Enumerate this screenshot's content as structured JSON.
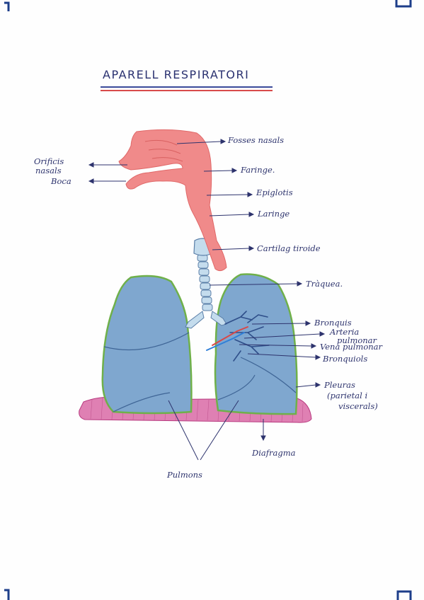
{
  "title": "APARELL RESPIRATORI",
  "labels": {
    "fosses_nasals": "Fosses nasals",
    "orificis_line1": "Orificis",
    "orificis_line2": "nasals",
    "boca": "Boca",
    "faringe": "Faringe.",
    "epiglotis": "Epiglotis",
    "laringe": "Laringe",
    "cartilag": "Cartilag tiroide",
    "traquea": "Tràquea.",
    "bronquis": "Bronquis",
    "arteria_line1": "Arteria",
    "arteria_line2": "pulmonar",
    "vena": "Vena pulmonar",
    "bronquiols": "Bronquiols",
    "pleuras_line1": "Pleuras",
    "pleuras_line2": "(parietal i",
    "pleuras_line3": "viscerals)",
    "diafragma": "Diafragma",
    "pulmons": "Pulmons"
  },
  "colors": {
    "ink": "#2d336d",
    "title_underline_blue": "#3a4a9a",
    "title_underline_red": "#d84a4a",
    "airway_pink": "#f08a8a",
    "lung_blue": "#7fa7cf",
    "lung_edge_green": "#6fb04a",
    "diaphragm_magenta": "#d4569a",
    "trachea_light_blue": "#c4dced",
    "corner_blue": "#1d3e8a"
  }
}
